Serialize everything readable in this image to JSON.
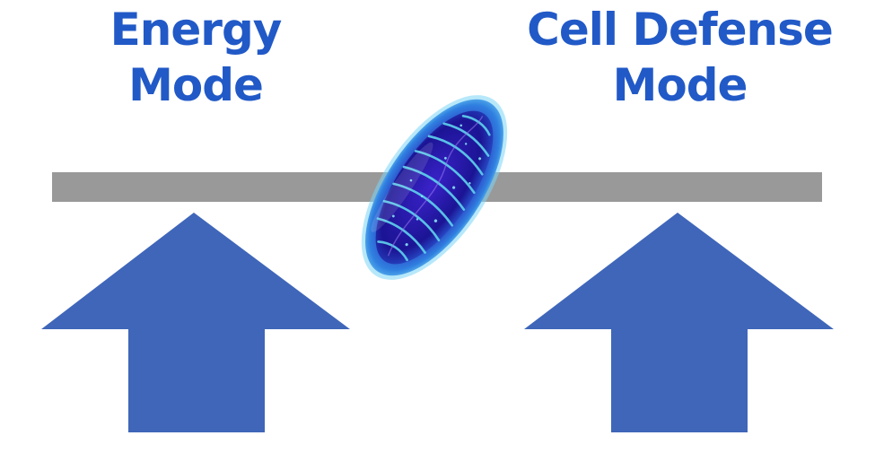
{
  "labels": {
    "left": {
      "line1": "Energy",
      "line2": "Mode"
    },
    "right": {
      "line1": "Cell Defense",
      "line2": "Mode"
    }
  },
  "colors": {
    "text": "#2159c7",
    "arrow": "#3f66b9",
    "beam": "#999999",
    "mito_outer": "#3aa7e8",
    "mito_inner": "#2a1fb8",
    "cristae": "#5fd3ee"
  },
  "icons": {
    "organelle": "mitochondrion-icon",
    "left_arrow": "up-arrow-icon",
    "right_arrow": "up-arrow-icon"
  }
}
